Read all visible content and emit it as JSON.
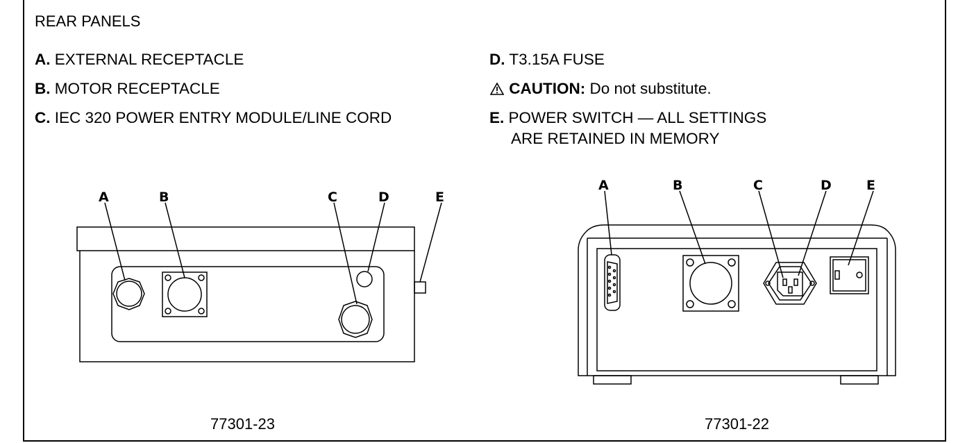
{
  "title": "REAR PANELS",
  "legend": {
    "a": {
      "letter": "A.",
      "text": "EXTERNAL RECEPTACLE"
    },
    "b": {
      "letter": "B.",
      "text": "MOTOR RECEPTACLE"
    },
    "c": {
      "letter": "C.",
      "text": "IEC 320 POWER ENTRY MODULE/LINE CORD"
    },
    "d": {
      "letter": "D.",
      "text": "T3.15A FUSE"
    },
    "caution": {
      "label": "CAUTION:",
      "text": "Do not substitute."
    },
    "e": {
      "letter": "E.",
      "line1": "POWER SWITCH — ALL SETTINGS",
      "line2": "ARE RETAINED IN MEMORY"
    }
  },
  "callouts": {
    "a": "A",
    "b": "B",
    "c": "C",
    "d": "D",
    "e": "E"
  },
  "icons": {
    "caution": "warning-triangle-icon"
  },
  "figures": {
    "left": {
      "number": "77301-23"
    },
    "right": {
      "number": "77301-22"
    }
  }
}
